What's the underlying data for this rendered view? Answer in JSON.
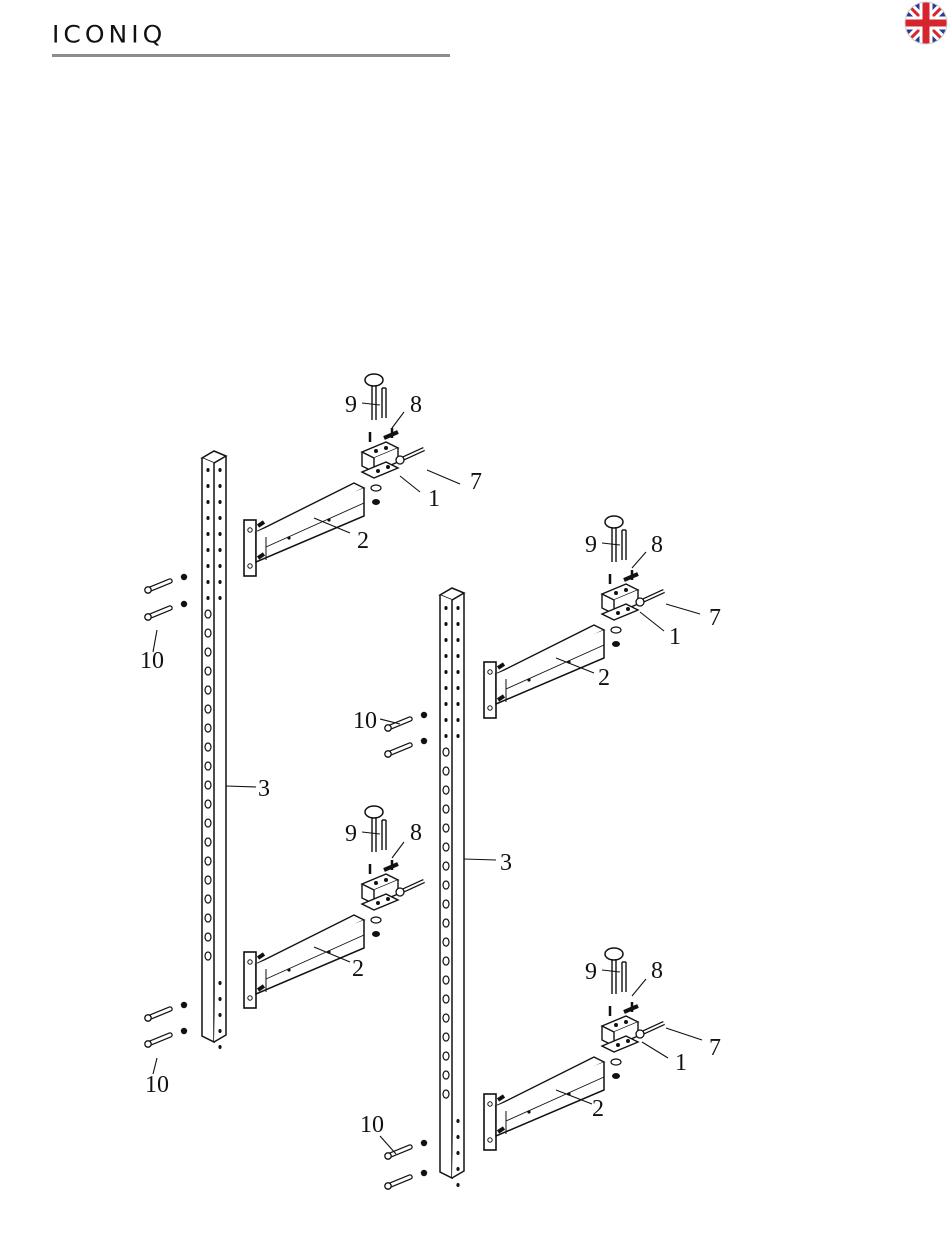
{
  "header": {
    "brand": "ICONIQ",
    "flag_icon": "uk-flag-icon"
  },
  "diagram": {
    "part_labels": {
      "p1": "1",
      "p2": "2",
      "p3": "3",
      "p7": "7",
      "p8": "8",
      "p9": "9",
      "p10": "10"
    }
  },
  "colors": {
    "line": "#111111",
    "rule": "#8c8c8c",
    "flag_blue": "#2b3c8f",
    "flag_red": "#d5262f"
  }
}
